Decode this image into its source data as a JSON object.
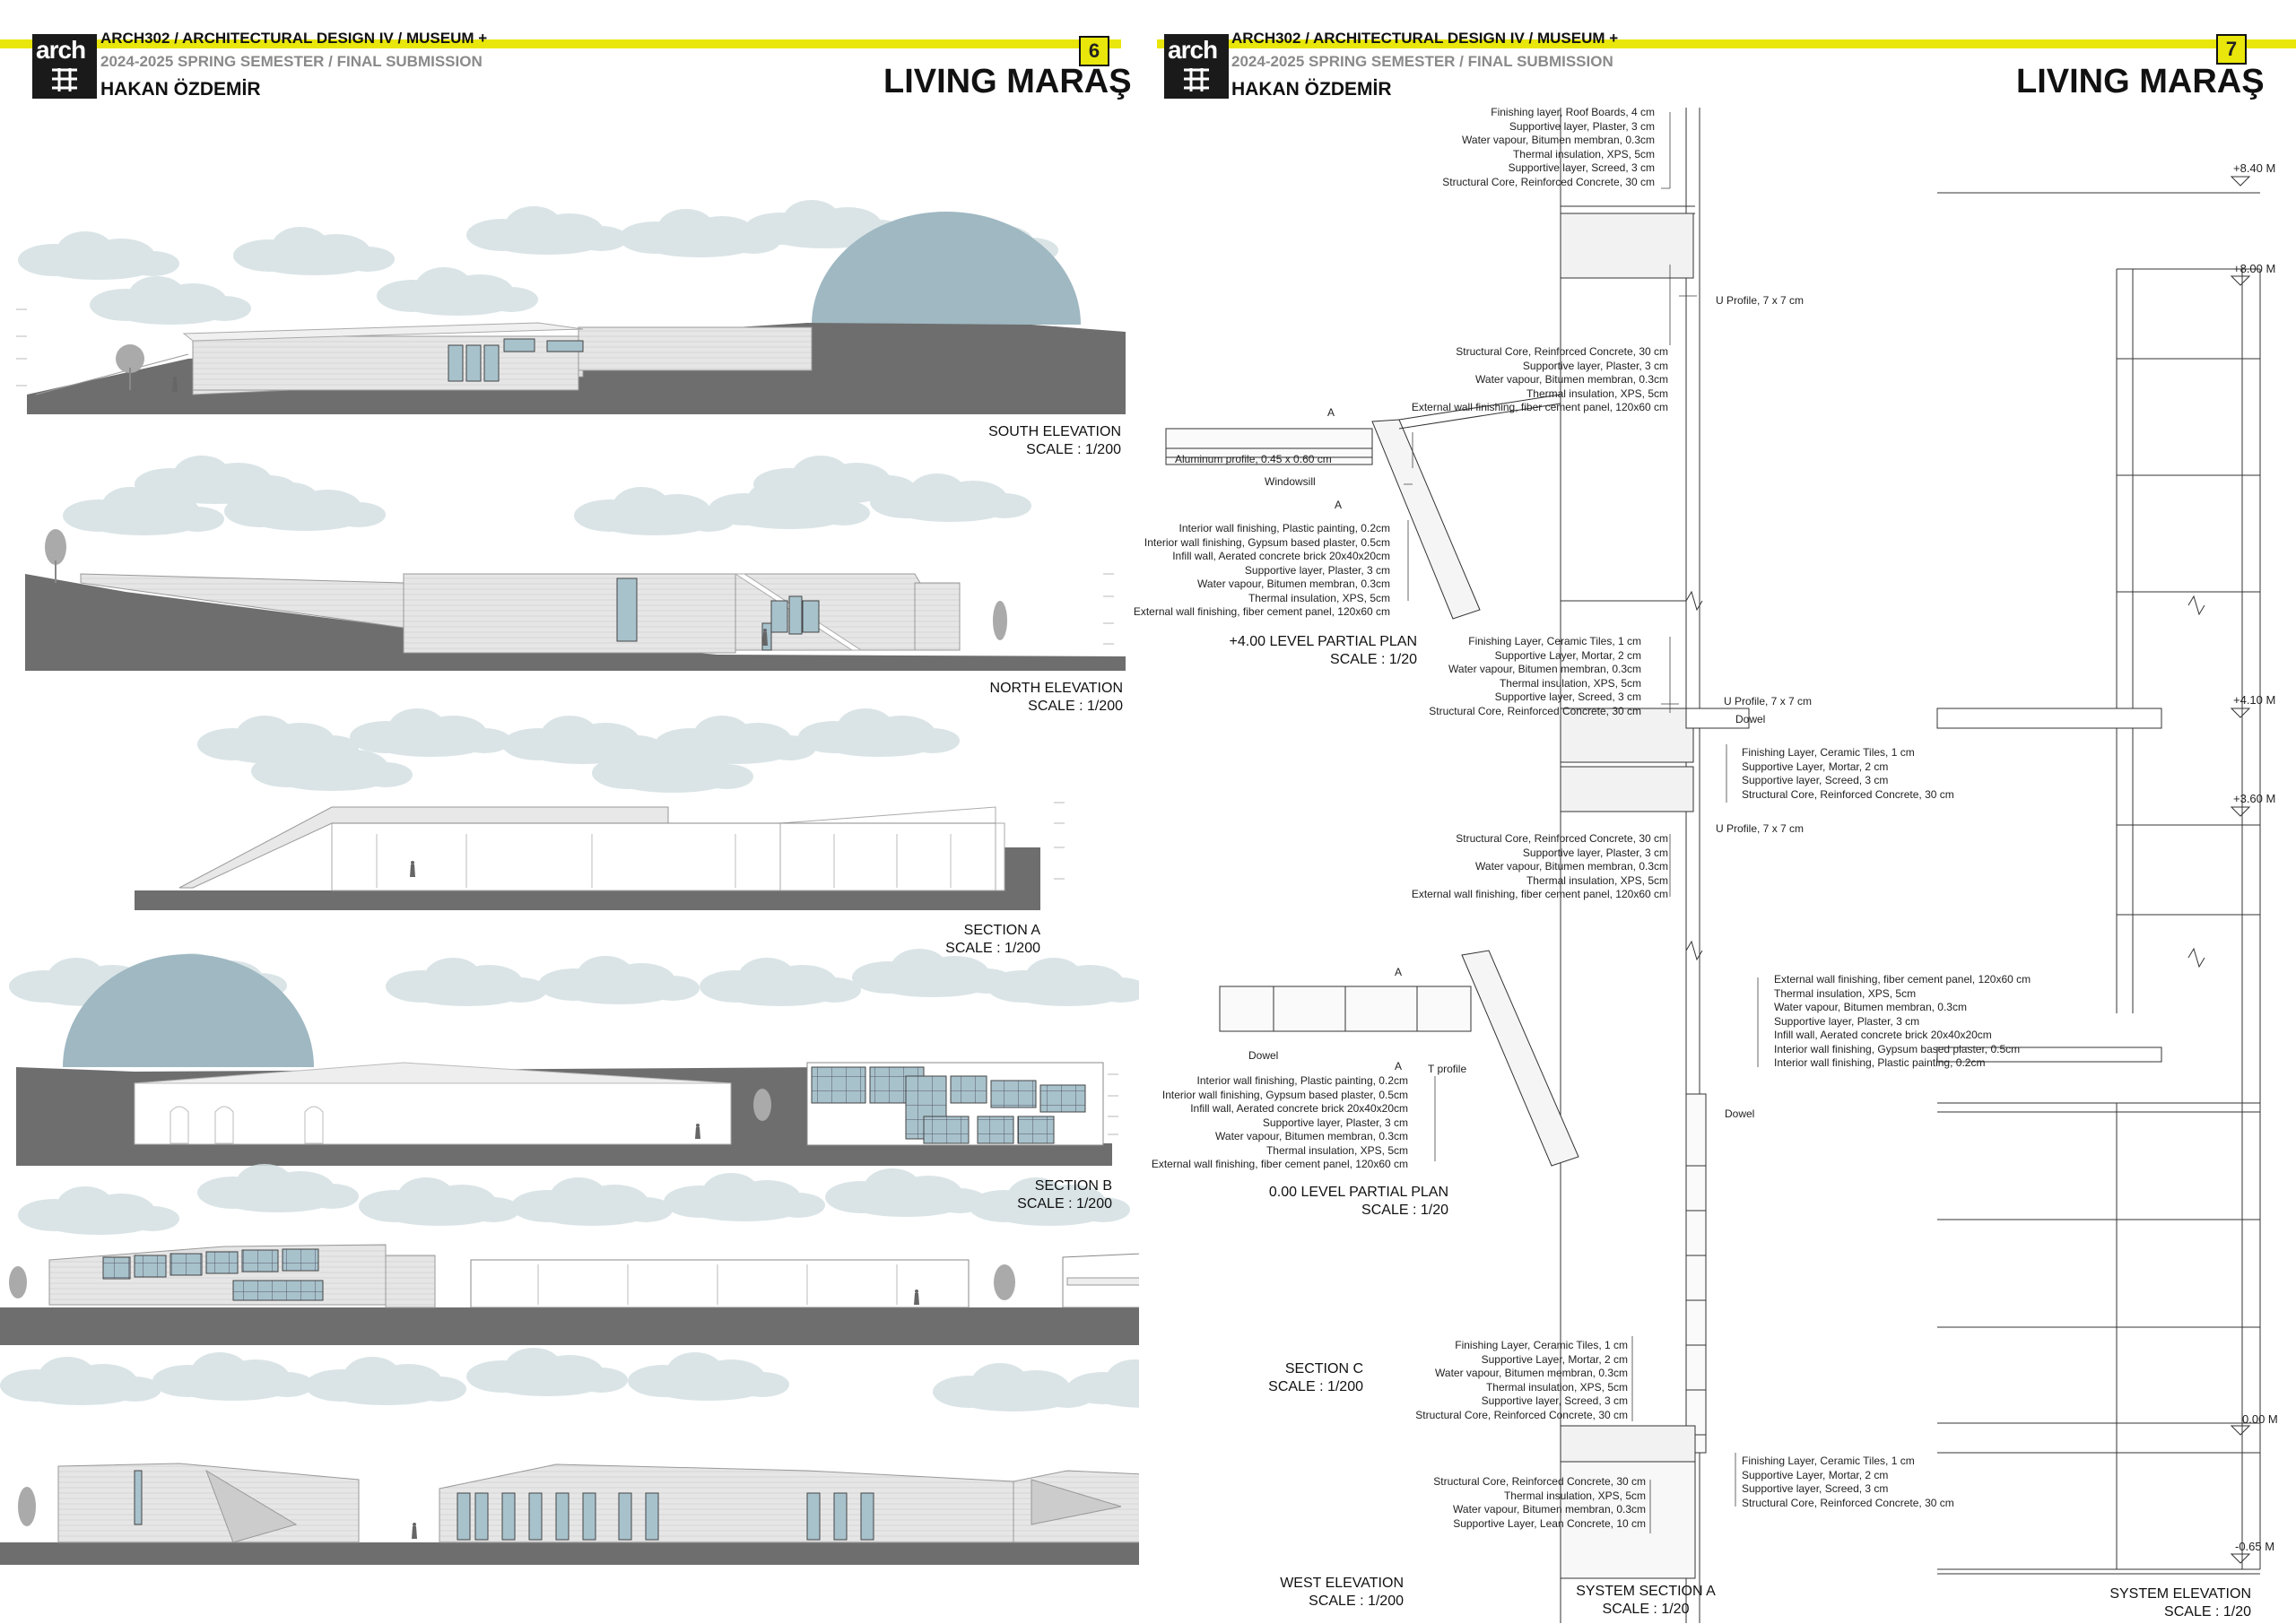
{
  "sheet_left": {
    "course": "ARCH302 / ARCHITECTURAL DESIGN IV / MUSEUM +",
    "semester": "2024-2025 SPRING SEMESTER / FINAL SUBMISSION",
    "author": "HAKAN ÖZDEMİR",
    "title": "LIVING MARAŞ",
    "page_number": "6",
    "logo_text": "arch",
    "drawings": [
      {
        "name": "SOUTH ELEVATION",
        "scale": "SCALE : 1/200"
      },
      {
        "name": "NORTH ELEVATION",
        "scale": "SCALE : 1/200"
      },
      {
        "name": "SECTION A",
        "scale": "SCALE : 1/200"
      },
      {
        "name": "SECTION B",
        "scale": "SCALE : 1/200"
      },
      {
        "name": "SECTION C",
        "scale": "SCALE : 1/200"
      },
      {
        "name": "WEST ELEVATION",
        "scale": "SCALE : 1/200"
      }
    ]
  },
  "sheet_right": {
    "course": "ARCH302 / ARCHITECTURAL DESIGN IV / MUSEUM +",
    "semester": "2024-2025 SPRING SEMESTER / FINAL SUBMISSION",
    "author": "HAKAN ÖZDEMİR",
    "title": "LIVING MARAŞ",
    "page_number": "7",
    "logo_text": "arch",
    "drawings": {
      "plan_400": {
        "name": "+4.00 LEVEL PARTIAL PLAN",
        "scale": "SCALE : 1/20"
      },
      "plan_000": {
        "name": "0.00 LEVEL PARTIAL PLAN",
        "scale": "SCALE : 1/20"
      },
      "system_section": {
        "name": "SYSTEM SECTION A",
        "scale": "SCALE : 1/20"
      },
      "system_elevation": {
        "name": "SYSTEM ELEVATION",
        "scale": "SCALE : 1/20"
      }
    },
    "levels": [
      "+8.40 M",
      "+8.00 M",
      "+4.10 M",
      "+3.60 M",
      "0.00 M",
      "-0.65 M"
    ],
    "labels": {
      "roof": [
        "Finishing layer, Roof Boards, 4 cm",
        "Supportive layer, Plaster, 3 cm",
        "Water vapour, Bitumen membran, 0.3cm",
        "Thermal insulation, XPS, 5cm",
        "Supportive layer, Screed, 3 cm",
        "Structural Core, Reinforced Concrete, 30 cm"
      ],
      "upper_wall": [
        "Structural Core, Reinforced Concrete, 30 cm",
        "Supportive layer, Plaster, 3 cm",
        "Water vapour, Bitumen membran, 0.3cm",
        "Thermal insulation, XPS, 5cm",
        "External wall finishing, fiber cement panel, 120x60 cm"
      ],
      "u_profile_1": "U Profile, 7 x 7 cm",
      "alu_profile": "Aluminum profile, 0.45 x 0.60 cm",
      "windowsill": "Windowsill",
      "section_a_marks": [
        "A",
        "A",
        "A",
        "A"
      ],
      "plan_400_wall": [
        "Interior wall finishing, Plastic painting, 0.2cm",
        "Interior wall finishing, Gypsum based plaster, 0.5cm",
        "Infill wall, Aerated concrete brick 20x40x20cm",
        "Supportive layer, Plaster, 3 cm",
        "Water vapour, Bitumen membran, 0.3cm",
        "Thermal insulation, XPS, 5cm",
        "External wall finishing, fiber cement panel, 120x60 cm"
      ],
      "floor_400": [
        "Finishing Layer, Ceramic Tiles, 1 cm",
        "Supportive Layer, Mortar, 2 cm",
        "Water vapour, Bitumen membran, 0.3cm",
        "Thermal insulation, XPS, 5cm",
        "Supportive layer, Screed, 3 cm",
        "Structural Core, Reinforced Concrete, 30 cm"
      ],
      "u_profile_2": "U Profile, 7 x 7 cm",
      "dowel_1": "Dowel",
      "floor_400_right": [
        "Finishing Layer, Ceramic Tiles, 1 cm",
        "Supportive Layer, Mortar, 2 cm",
        "Supportive layer, Screed, 3 cm",
        "Structural Core, Reinforced Concrete, 30 cm"
      ],
      "u_profile_3": "U Profile, 7 x 7 cm",
      "mid_wall": [
        "Structural Core, Reinforced Concrete, 30 cm",
        "Supportive layer, Plaster, 3 cm",
        "Water vapour, Bitumen membran, 0.3cm",
        "Thermal insulation, XPS, 5cm",
        "External wall finishing, fiber cement panel, 120x60 cm"
      ],
      "ground_wall_right": [
        "External wall finishing, fiber cement panel, 120x60 cm",
        "Thermal insulation, XPS, 5cm",
        "Water vapour, Bitumen membran, 0.3cm",
        "Supportive layer, Plaster, 3 cm",
        "Infill wall, Aerated concrete brick 20x40x20cm",
        "Interior wall finishing, Gypsum based plaster, 0.5cm",
        "Interior wall finishing, Plastic painting, 0.2cm"
      ],
      "dowel_2": "Dowel",
      "t_profile": "T profile",
      "dowel_3": "Dowel",
      "plan_000_wall": [
        "Interior wall finishing, Plastic painting, 0.2cm",
        "Interior wall finishing, Gypsum based plaster, 0.5cm",
        "Infill wall, Aerated concrete brick 20x40x20cm",
        "Supportive layer, Plaster, 3 cm",
        "Water vapour, Bitumen membran, 0.3cm",
        "Thermal insulation, XPS, 5cm",
        "External wall finishing, fiber cement panel, 120x60 cm"
      ],
      "floor_000": [
        "Finishing Layer, Ceramic Tiles, 1 cm",
        "Supportive Layer, Mortar, 2 cm",
        "Water vapour, Bitumen membran, 0.3cm",
        "Thermal insulation, XPS, 5cm",
        "Supportive layer, Screed, 3 cm",
        "Structural Core, Reinforced Concrete, 30 cm"
      ],
      "floor_000_right": [
        "Finishing Layer, Ceramic Tiles, 1 cm",
        "Supportive Layer, Mortar, 2 cm",
        "Supportive layer, Screed, 3 cm",
        "Structural Core, Reinforced Concrete, 30 cm"
      ],
      "foundation": [
        "Structural Core, Reinforced Concrete, 30 cm",
        "Thermal insulation, XPS, 5cm",
        "Water vapour, Bitumen membran, 0.3cm",
        "Supportive Layer, Lean Concrete, 10 cm"
      ]
    }
  },
  "colors": {
    "accent_yellow": "#e8e60a",
    "ground_gray": "#6e6e6e",
    "dome_blue": "#9fb8c2",
    "glass_blue": "#a8c2cc",
    "cloud": "#d4e0e2"
  }
}
